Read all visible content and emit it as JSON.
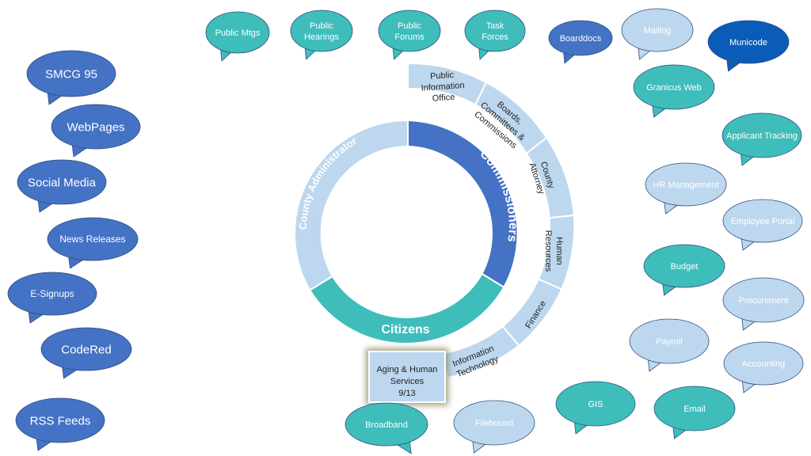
{
  "ring": {
    "commissioners": "Commissioners",
    "county_administrator": "County Administrator",
    "citizens": "Citizens"
  },
  "segments": {
    "public_information_office": [
      "Public",
      "Information",
      "Office"
    ],
    "boards": [
      "Boards,",
      "Committees &",
      "Commissions"
    ],
    "county_attorney": [
      "County",
      "Attorney"
    ],
    "human_resources": [
      "Human",
      "Resources"
    ],
    "finance": [
      "Finance"
    ],
    "information_technology": [
      "Information",
      "Technology"
    ],
    "aging_human_services": [
      "Aging & Human",
      "Services",
      "9/13"
    ]
  },
  "bubbles": {
    "smcg95": "SMCG 95",
    "webpages": "WebPages",
    "social_media": "Social Media",
    "news_releases": "News Releases",
    "esignups": "E-Signups",
    "codered": "CodeRed",
    "rss_feeds": "RSS Feeds",
    "public_mtgs": "Public Mtgs",
    "public_hearings": [
      "Public",
      "Hearings"
    ],
    "public_forums": [
      "Public",
      "Forums"
    ],
    "task_forces": [
      "Task",
      "Forces"
    ],
    "boarddocs": "Boarddocs",
    "maillog": "Maillog",
    "municode": "Municode",
    "granicus_web": "Granicus Web",
    "applicant_tracking": "Applicant Tracking",
    "hr_management": "HR Management",
    "employee_portal": "Employee Portal",
    "budget": "Budget",
    "procurement": "Procurement",
    "payroll": "Payroll",
    "accounting": "Accounting",
    "gis": "GIS",
    "email": "Email",
    "broadband": "Broadband",
    "filebound": "Filebound"
  },
  "colors": {
    "dark_blue": "#4472c4",
    "teal": "#3ebdbb",
    "light_blue": "#bdd7ee",
    "municode_blue": "#0b5cb8",
    "segment_stroke": "#ffffff",
    "highlight": "#8a8a5c"
  }
}
